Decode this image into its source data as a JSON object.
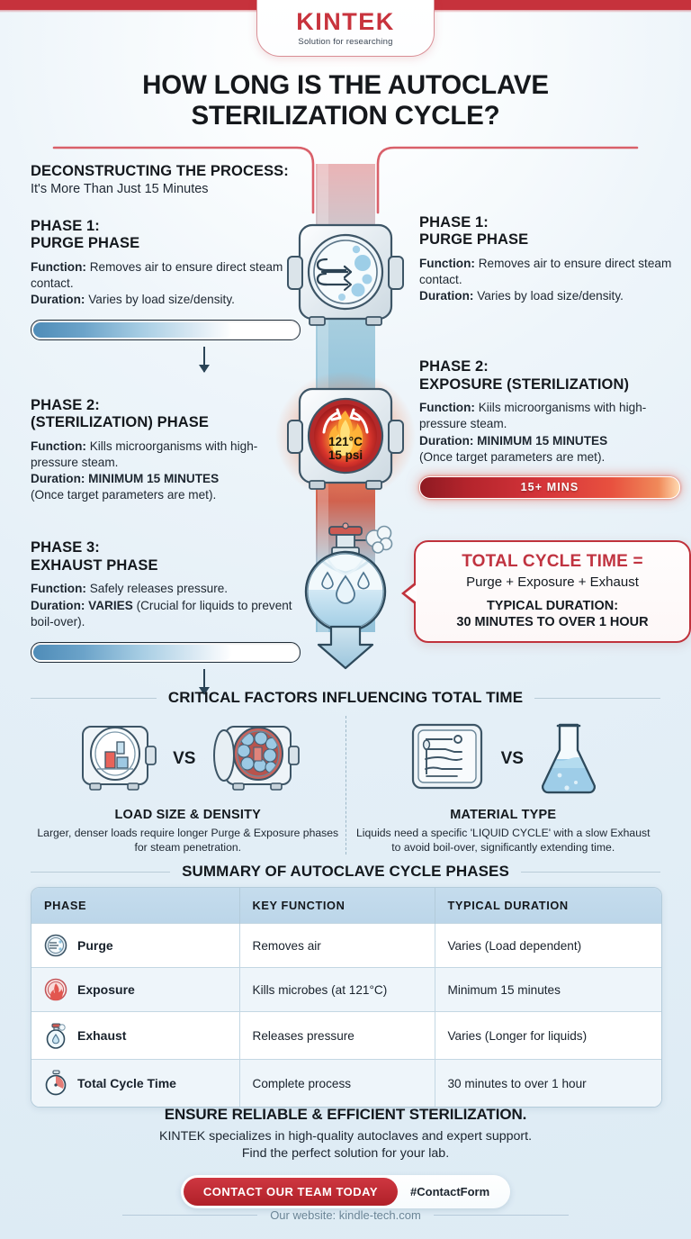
{
  "brand": {
    "logo_main": "KINTEK",
    "logo_sub": "Solution for researching",
    "accent_red": "#c6323c",
    "accent_blue": "#4f8cb8",
    "background": "#e6f0f7"
  },
  "title": "HOW LONG IS THE AUTOCLAVE STERILIZATION CYCLE?",
  "intro": {
    "heading": "DECONSTRUCTING THE PROCESS:",
    "subheading": "It's More Than Just 15 Minutes"
  },
  "left_phases": [
    {
      "title": "PHASE 1:\nPURGE PHASE",
      "function_label": "Function:",
      "function_text": " Removes air to ensure direct steam contact.",
      "duration_label": "Duration:",
      "duration_text": " Varies by load size/density.",
      "bar_fill_percent": 74,
      "has_bar": true
    },
    {
      "title": "PHASE 2:\n(STERILIZATION) PHASE",
      "function_label": "Function:",
      "function_text": " Kills microorganisms with high-pressure steam.",
      "duration_label": "Duration: MINIMUM 15 MINUTES",
      "duration_text": "",
      "note": "(Once target parameters are met).",
      "has_bar": false
    },
    {
      "title": "PHASE 3:\nEXHAUST PHASE",
      "function_label": "Function:",
      "function_text": " Safely releases pressure.",
      "duration_label": "Duration: VARIES",
      "duration_text": " (Crucial for liquids to prevent boil-over).",
      "bar_fill_percent": 74,
      "has_bar": true
    }
  ],
  "right_phases": [
    {
      "title": "PHASE 1:\nPURGE PHASE",
      "function_label": "Function:",
      "function_text": " Removes air to ensure direct steam contact.",
      "duration_label": "Duration:",
      "duration_text": " Varies by load size/density."
    },
    {
      "title": "PHASE 2:\nEXPOSURE (STERILIZATION)",
      "function_label": "Function:",
      "function_text": " Kiils microorganisms with high-pressure steam.",
      "duration_label": "Duration: MINIMUM 15 MINUTES",
      "duration_text": "",
      "note": "(Once target parameters are met).",
      "badge": "15+ MINS"
    }
  ],
  "center_graphics": {
    "purge_icon": "autoclave-airflow-icon",
    "exposure_icon": "autoclave-flame-icon",
    "exposure_temp": "121°C",
    "exposure_pressure": "15 psi",
    "exhaust_icon": "steam-flask-icon"
  },
  "total_box": {
    "headline": "TOTAL CYCLE TIME =",
    "formula": "Purge + Exposure + Exhaust",
    "typical_label": "TYPICAL DURATION:",
    "typical_value": "30 MINUTES TO OVER 1 HOUR"
  },
  "factors_section": {
    "heading": "CRITICAL FACTORS INFLUENCING TOTAL TIME",
    "vs_label": "VS",
    "items": [
      {
        "title": "LOAD SIZE & DENSITY",
        "text": "Larger, denser loads require longer Purge & Exposure phases for steam penetration.",
        "icon_a": "autoclave-light-load-icon",
        "icon_b": "autoclave-dense-load-icon"
      },
      {
        "title": "MATERIAL TYPE",
        "text": "Liquids need a specific 'LIQUID CYCLE' with a slow Exhaust to avoid boil-over, significantly extending time.",
        "icon_a": "instrument-tray-icon",
        "icon_b": "liquid-flask-icon"
      }
    ]
  },
  "summary_section": {
    "heading": "SUMMARY OF AUTOCLAVE CYCLE PHASES",
    "columns": [
      "PHASE",
      "KEY FUNCTION",
      "TYPICAL DURATION"
    ],
    "rows": [
      {
        "icon": "gauge-icon",
        "phase": "Purge",
        "function": "Removes air",
        "duration": "Varies (Load dependent)"
      },
      {
        "icon": "flame-icon",
        "phase": "Exposure",
        "function": "Kills microbes (at 121°C)",
        "duration": "Minimum 15 minutes"
      },
      {
        "icon": "flask-drop-icon",
        "phase": "Exhaust",
        "function": "Releases pressure",
        "duration": "Varies (Longer for liquids)"
      },
      {
        "icon": "stopwatch-icon",
        "phase": "Total Cycle Time",
        "function": "Complete process",
        "duration": "30 minutes to over 1 hour"
      }
    ]
  },
  "footer": {
    "headline": "ENSURE RELIABLE & EFFICIENT STERILIZATION.",
    "line1": "KINTEK specializes in high-quality autoclaves and expert support.",
    "line2": "Find the perfect solution for your lab.",
    "cta_button": "CONTACT OUR TEAM TODAY",
    "cta_tag": "#ContactForm",
    "website": "Our website: kindle-tech.com"
  }
}
